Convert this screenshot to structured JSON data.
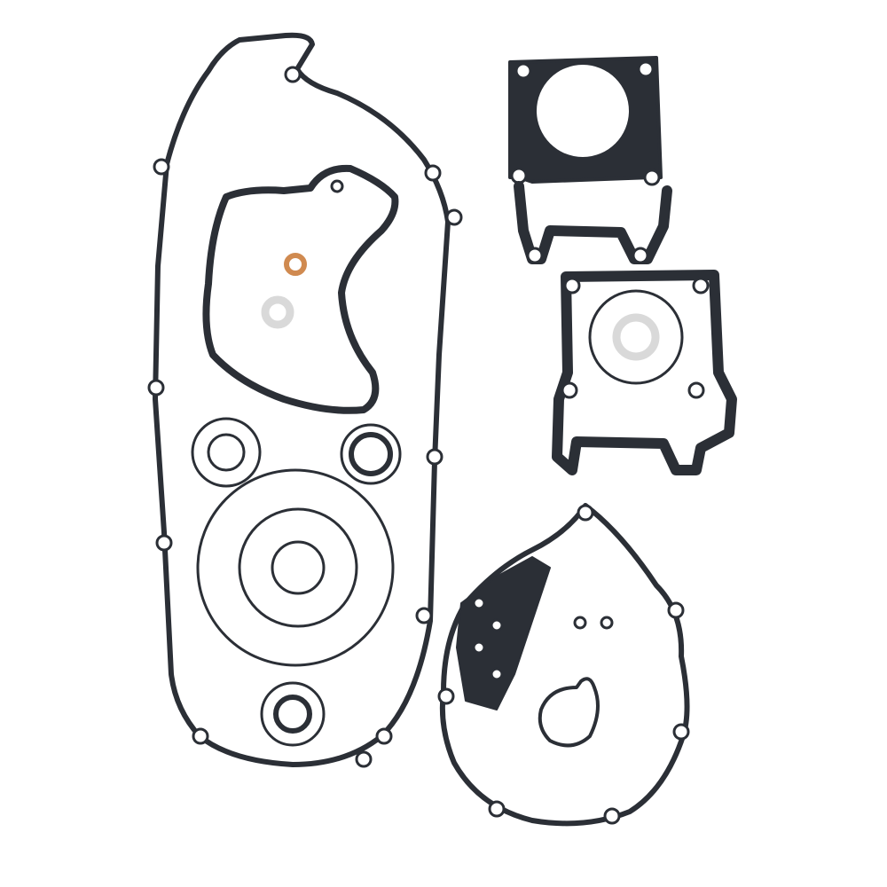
{
  "product": {
    "colors": {
      "background": "#ffffff",
      "gasket": "#2b2f36",
      "copper_washer": "#d08a50",
      "silver_washer": "#d9d9d9"
    },
    "parts": [
      "transmission-cover-gasket",
      "valve-cover-gasket",
      "copper-washer",
      "aluminum-washer",
      "oil-seal-left",
      "oil-seal-right",
      "large-o-ring-set",
      "small-seal",
      "cylinder-head-gasket",
      "cylinder-base-gasket",
      "crankcase-cover-gasket"
    ]
  }
}
